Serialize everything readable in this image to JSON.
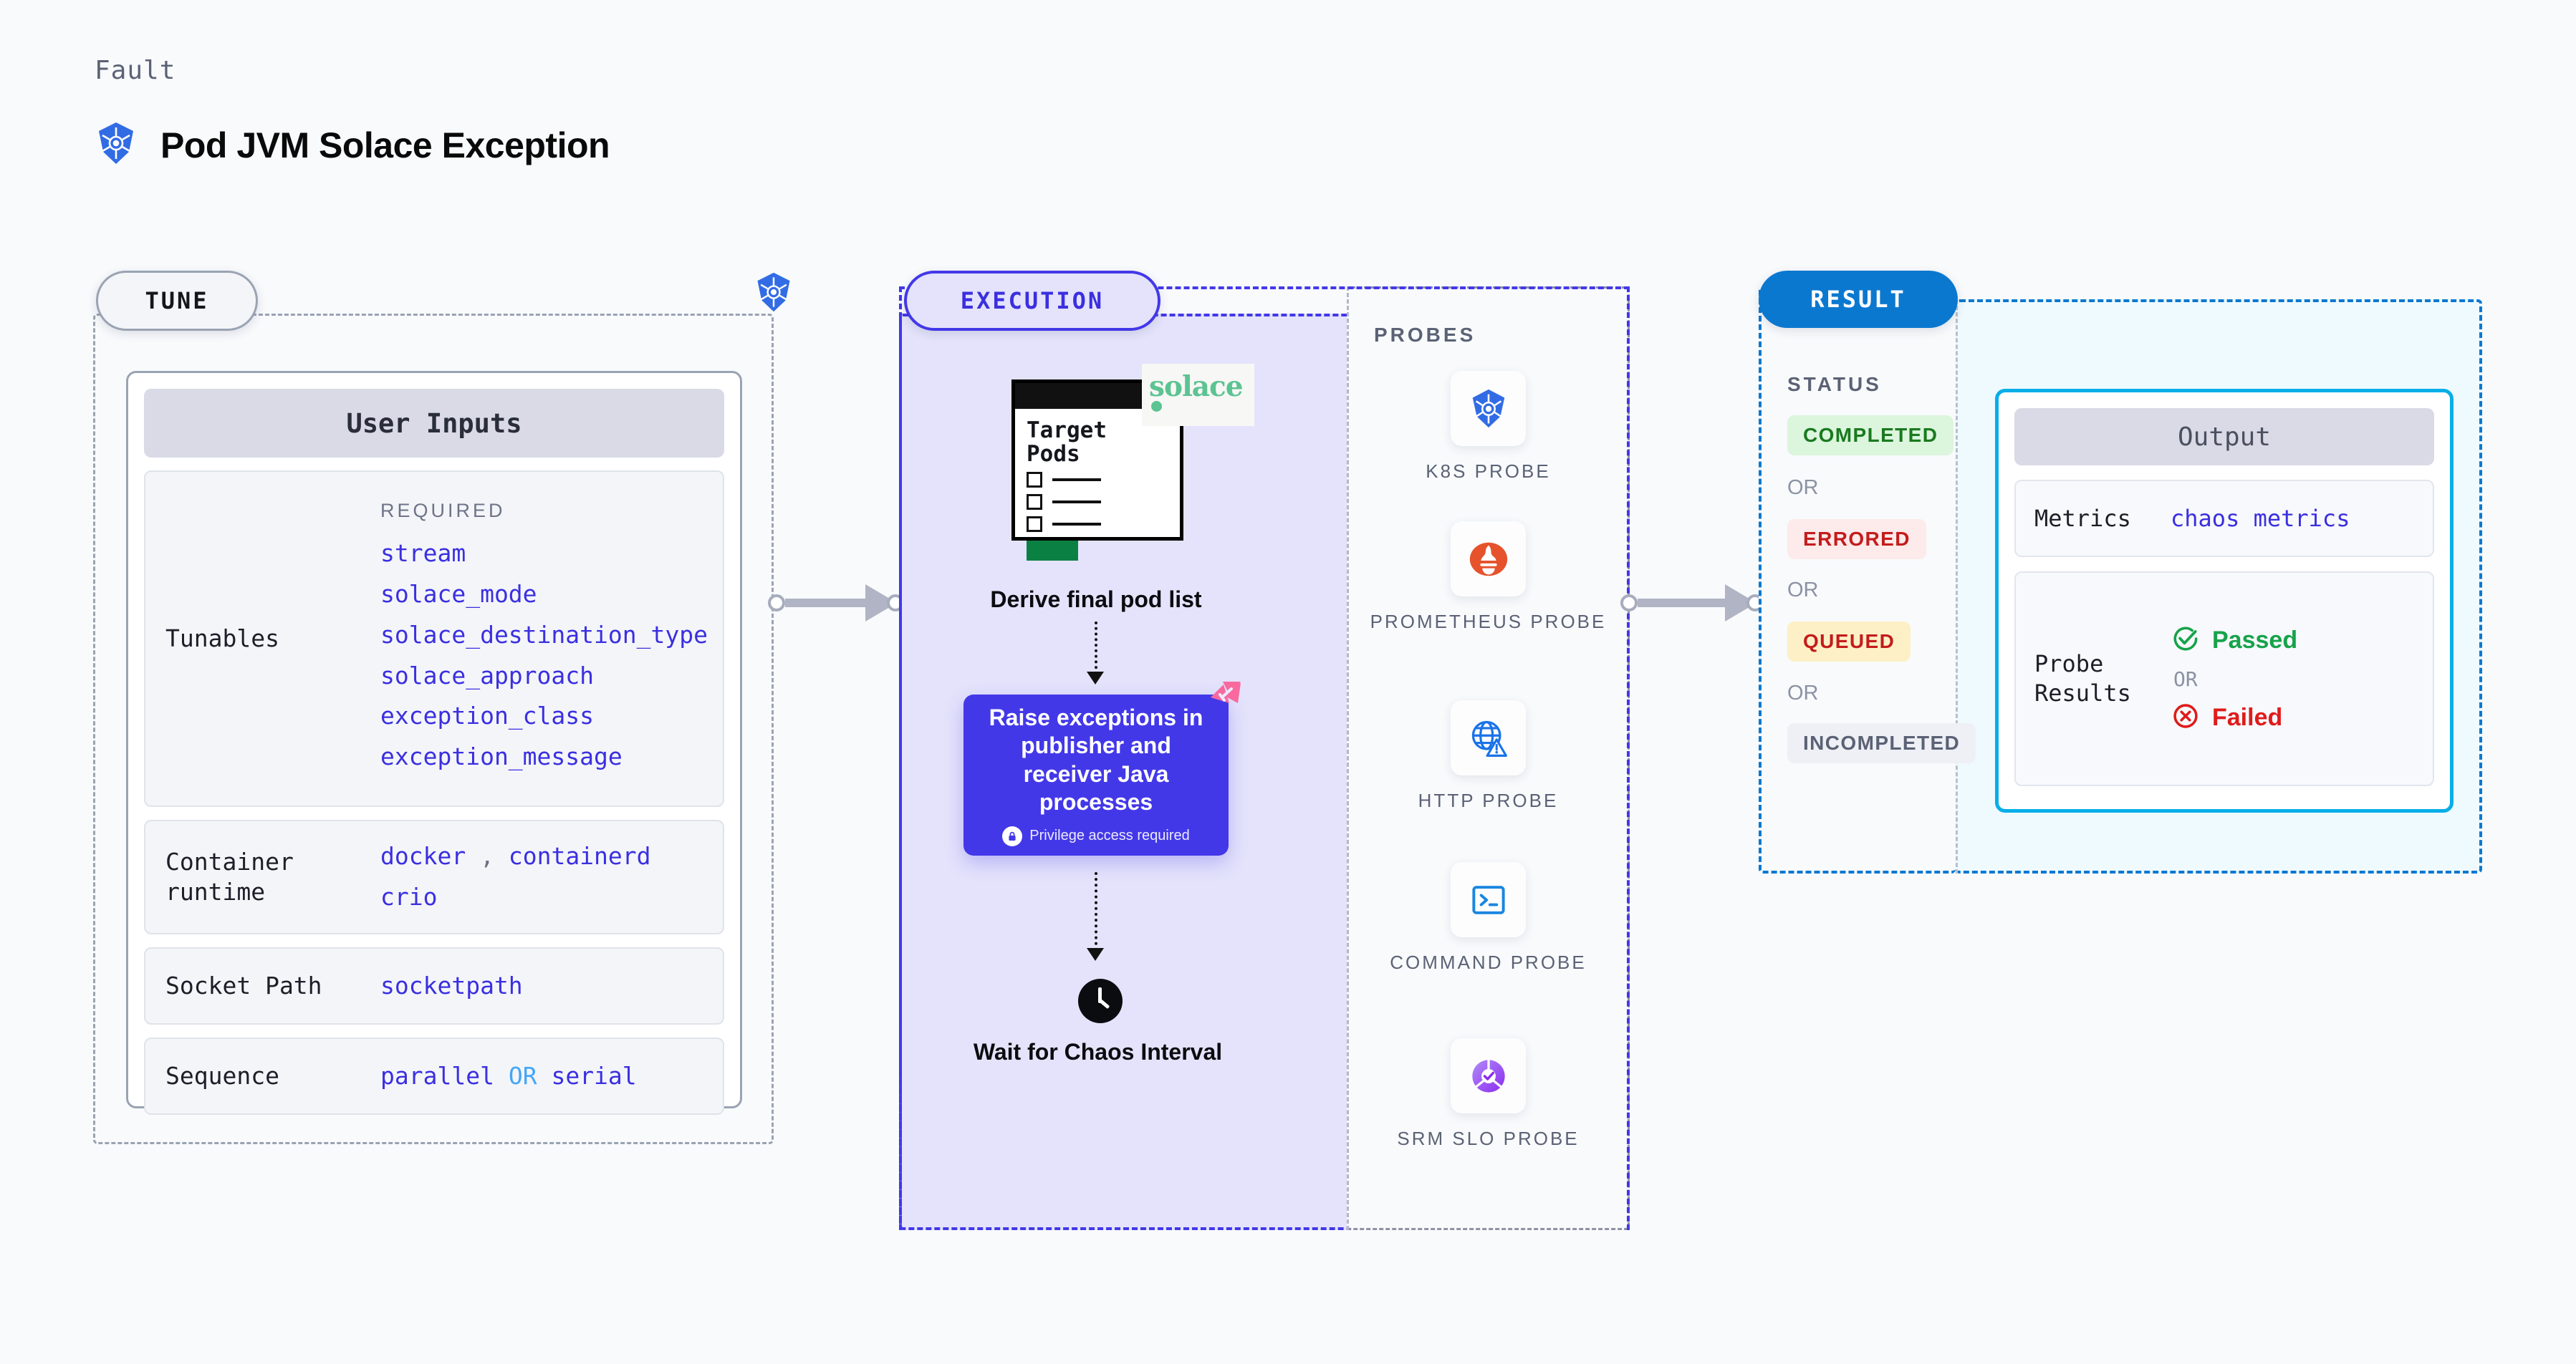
{
  "header": {
    "kicker": "Fault",
    "title": "Pod JVM Solace Exception",
    "icon": "kubernetes-icon"
  },
  "tune": {
    "pill_label": "TUNE",
    "corner_icon": "kubernetes-icon",
    "card_title": "User Inputs",
    "rows": [
      {
        "label": "Tunables",
        "required_label": "REQUIRED",
        "values": [
          "stream",
          "solace_mode",
          "solace_destination_type",
          "solace_approach",
          "exception_class",
          "exception_message"
        ]
      },
      {
        "label": "Container runtime",
        "values": [
          "docker",
          "containerd",
          "crio"
        ],
        "separator": ","
      },
      {
        "label": "Socket Path",
        "values": [
          "socketpath"
        ]
      },
      {
        "label": "Sequence",
        "values": [
          "parallel",
          "serial"
        ],
        "separator": "OR"
      }
    ]
  },
  "execution": {
    "pill_label": "EXECUTION",
    "pods_card": {
      "title_line1": "Target",
      "title_line2": "Pods",
      "logo": "solace",
      "logo_icon": "solace-logo"
    },
    "step1_caption": "Derive final pod list",
    "action_box": {
      "text": "Raise exceptions in publisher and receiver Java processes",
      "note": "Privilege access required",
      "note_icon": "lock-icon",
      "corner_icon": "litmuschaos-icon",
      "color": "#4338e8"
    },
    "step3_caption": "Wait for Chaos Interval",
    "step3_icon": "clock-icon"
  },
  "probes": {
    "title": "PROBES",
    "items": [
      {
        "icon": "kubernetes-icon",
        "label": "K8S  PROBE"
      },
      {
        "icon": "prometheus-icon",
        "label": "PROMETHEUS PROBE"
      },
      {
        "icon": "http-globe-icon",
        "label": "HTTP  PROBE"
      },
      {
        "icon": "command-terminal-icon",
        "label": "COMMAND PROBE"
      },
      {
        "icon": "srm-slo-icon",
        "label": "SRM  SLO PROBE"
      }
    ]
  },
  "result": {
    "pill_label": "RESULT",
    "status_title": "STATUS",
    "or_label": "OR",
    "statuses": [
      {
        "label": "COMPLETED",
        "bg": "#dcf5dd",
        "fg": "#1a7a1f"
      },
      {
        "label": "ERRORED",
        "bg": "#fdeaea",
        "fg": "#c41c1c"
      },
      {
        "label": "QUEUED",
        "bg": "#fdf0c6",
        "fg": "#c41c1c"
      },
      {
        "label": "INCOMPLETED",
        "bg": "#eef0f5",
        "fg": "#5b6275"
      }
    ],
    "output": {
      "title": "Output",
      "metrics_label": "Metrics",
      "metrics_value": "chaos metrics",
      "probe_label": "Probe Results",
      "passed": "Passed",
      "passed_icon": "check-circle-icon",
      "or_label": "OR",
      "failed": "Failed",
      "failed_icon": "x-circle-icon",
      "passed_color": "#16a34a",
      "failed_color": "#e01b1b"
    }
  }
}
